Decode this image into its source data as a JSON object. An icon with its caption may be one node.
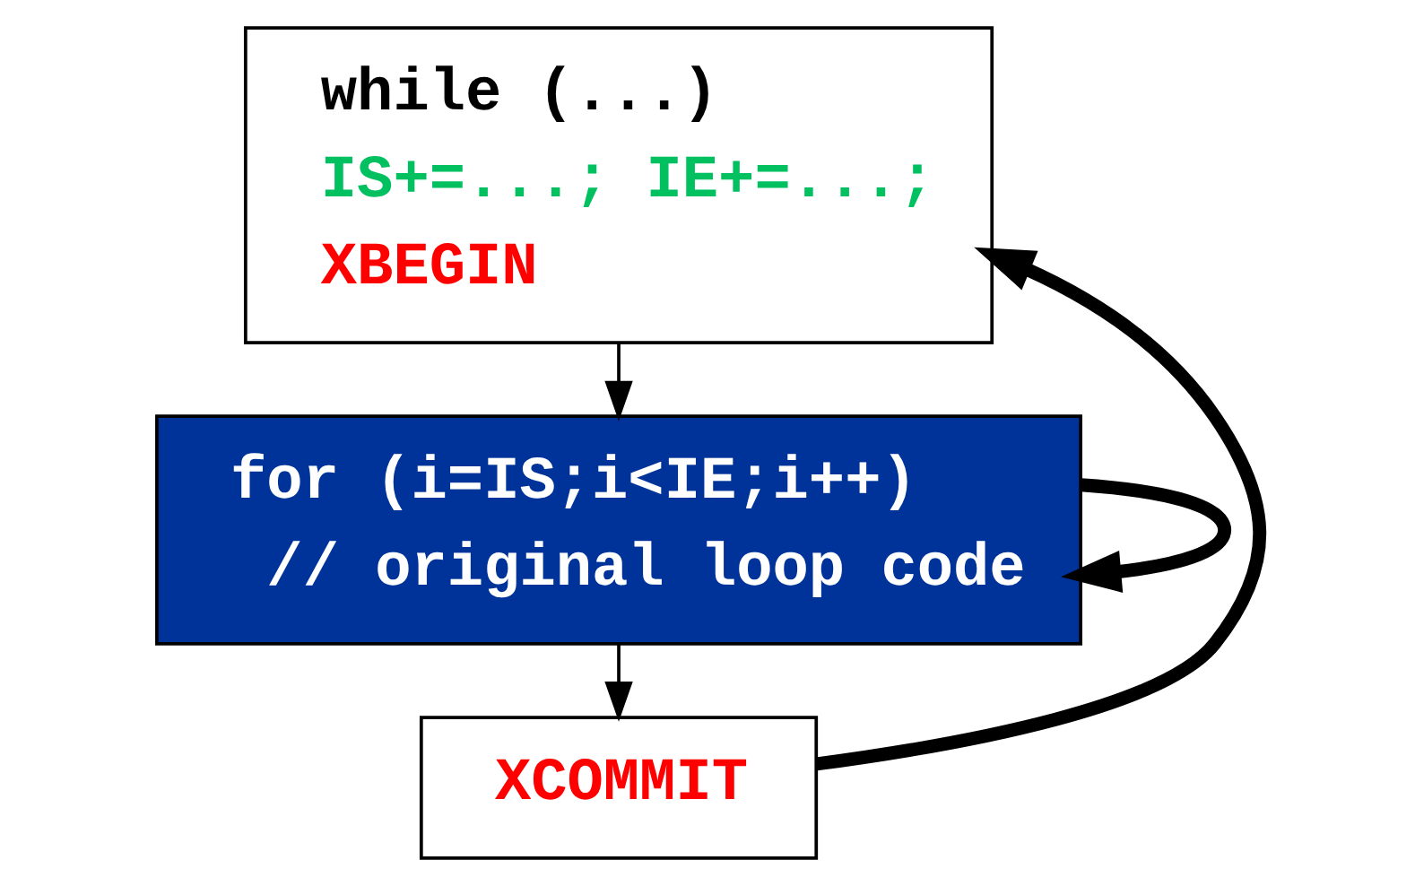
{
  "diagram": {
    "nodes": [
      {
        "text": [
          "while (...)",
          "IS+=...; IE+=...;",
          "XBEGIN"
        ]
      },
      {
        "text": [
          "for (i=IS;i<IE;i++)",
          "// original loop code"
        ]
      },
      {
        "text": [
          "XCOMMIT"
        ]
      }
    ],
    "edges": [
      {
        "from": 0,
        "to": 1,
        "arrow": "to"
      },
      {
        "from": 1,
        "to": 2,
        "arrow": "to"
      },
      {
        "from": 1,
        "to": 1,
        "arrow": "to",
        "style": "thick"
      },
      {
        "from": 2,
        "to": 0,
        "arrow": "to",
        "style": "thick"
      }
    ]
  }
}
